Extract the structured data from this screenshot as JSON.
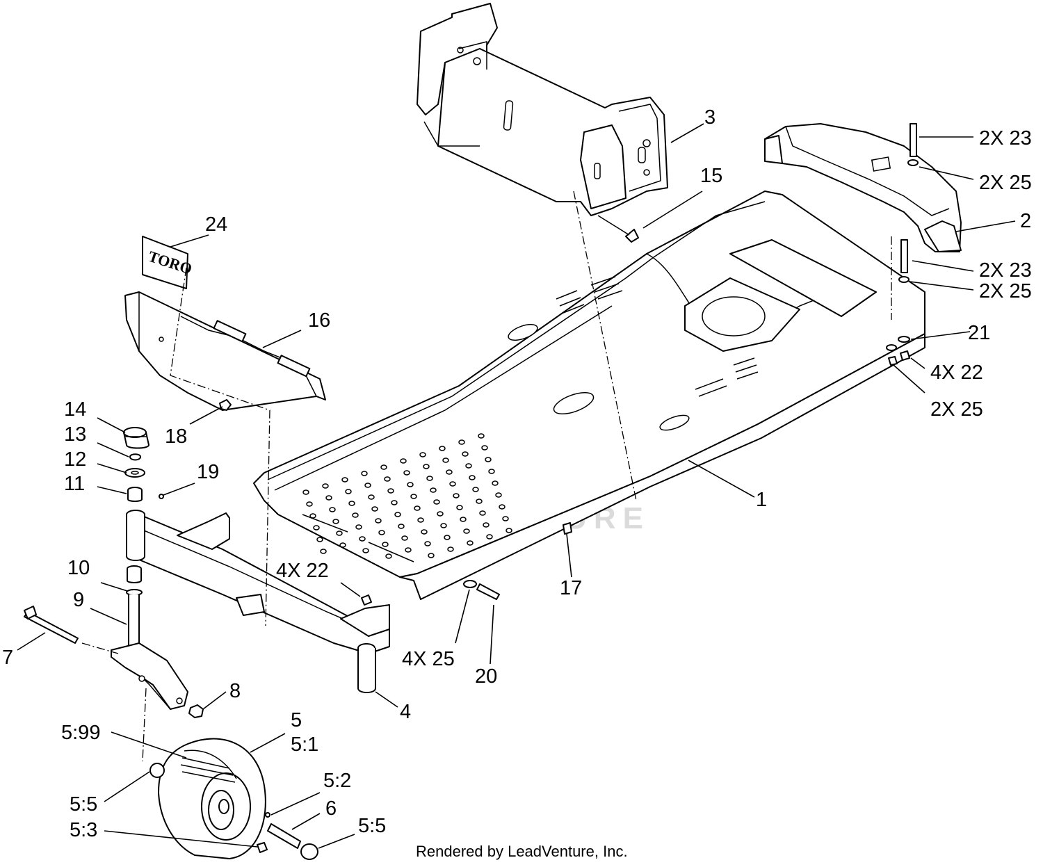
{
  "diagram": {
    "callouts": [
      "3",
      "15",
      "2X 23",
      "2X 25",
      "2",
      "2X 23",
      "2X 25",
      "21",
      "4X 22",
      "2X 25",
      "24",
      "16",
      "14",
      "13",
      "12",
      "11",
      "19",
      "18",
      "1",
      "10",
      "9",
      "4X 22",
      "17",
      "7",
      "8",
      "4",
      "4X 25",
      "20",
      "5",
      "5:1",
      "5:99",
      "5:5",
      "5:2",
      "6",
      "5:3",
      "5:5"
    ],
    "decal_text": "TORO",
    "watermark": "LEADVENTURE",
    "footer": "Rendered by LeadVenture, Inc."
  }
}
